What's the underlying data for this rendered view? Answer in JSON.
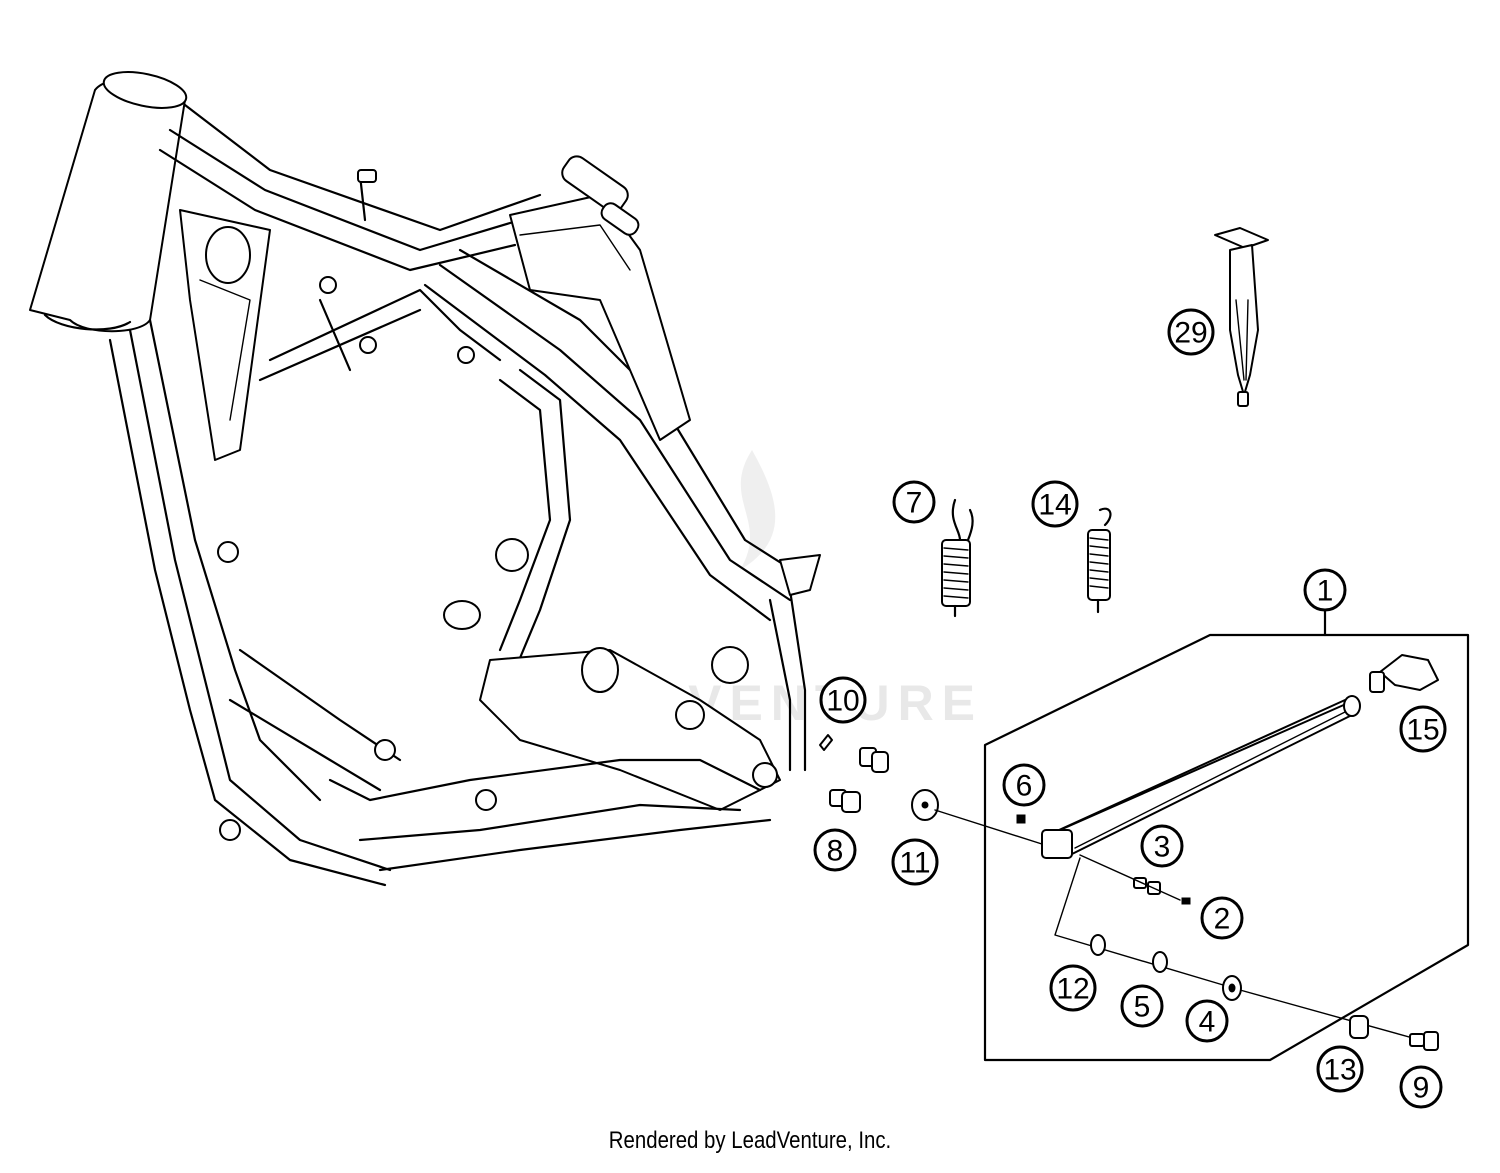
{
  "callouts": {
    "c1": "1",
    "c2": "2",
    "c3": "3",
    "c4": "4",
    "c5": "5",
    "c6": "6",
    "c7": "7",
    "c8": "8",
    "c9": "9",
    "c10": "10",
    "c11": "11",
    "c12": "12",
    "c13": "13",
    "c14": "14",
    "c15": "15",
    "c29": "29"
  },
  "watermark": "LEADVENTURE",
  "credit": "Rendered by LeadVenture, Inc.",
  "colors": {
    "line": "#000000",
    "background": "#ffffff",
    "watermark": "#e8e8e8"
  }
}
